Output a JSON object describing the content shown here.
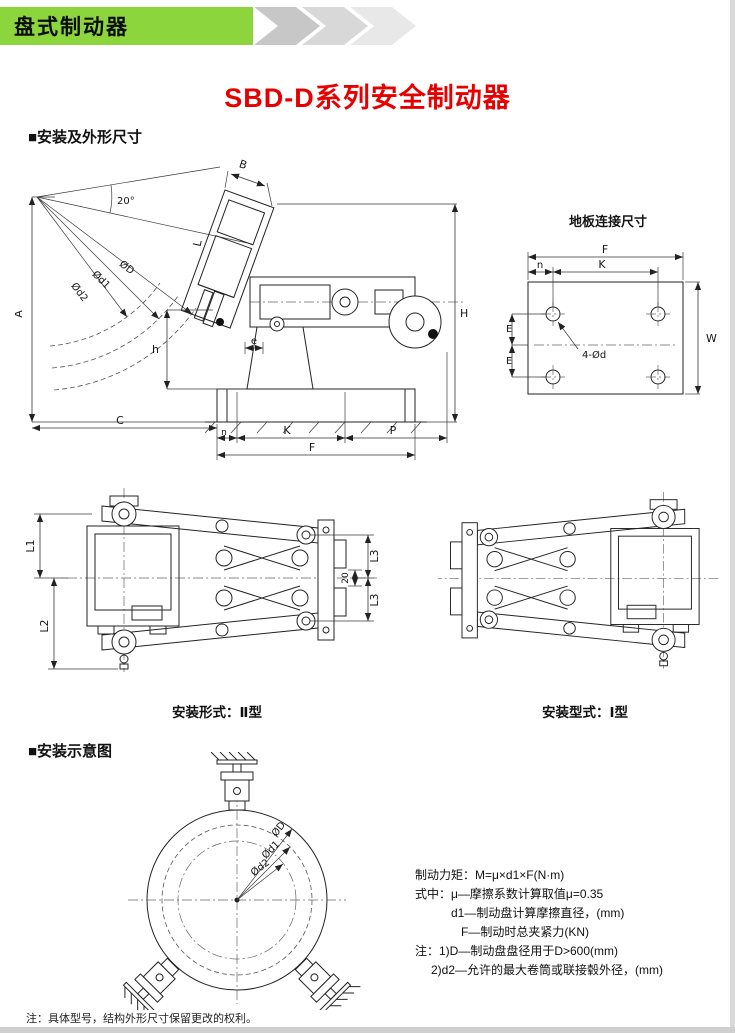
{
  "banner": {
    "title": "盘式制动器"
  },
  "page_title": "SBD-D系列安全制动器",
  "sections": {
    "dims": "■安装及外形尺寸",
    "schematic": "■安装示意图"
  },
  "main_drawing": {
    "labels": {
      "A": "A",
      "B": "B",
      "angle": "20°",
      "dD": "ØD",
      "dd1": "Ød1",
      "dd2": "Ød2",
      "L": "L",
      "h": "h",
      "e": "e",
      "n": "n",
      "C": "C",
      "K": "K",
      "F": "F",
      "P": "P",
      "H": "H"
    }
  },
  "floor_plate": {
    "title": "地板连接尺寸",
    "labels": {
      "F": "F",
      "n": "n",
      "K": "K",
      "E1": "E",
      "E2": "E",
      "W": "W",
      "holes": "4-Ød"
    }
  },
  "type2": {
    "caption": "安装形式：Ⅱ型",
    "labels": {
      "L1": "L1",
      "L2": "L2",
      "L3a": "L3",
      "s20": "20",
      "L3b": "L3"
    }
  },
  "type1": {
    "caption": "安装型式：Ⅰ型"
  },
  "schematic": {
    "labels": {
      "dD": "ØD",
      "dd1": "Ød1",
      "dd2": "Ød2"
    }
  },
  "formula": {
    "lines": [
      "制动力矩：M=μ×d1×F(N·m)",
      "式中：μ—摩擦系数计算取值μ=0.35",
      "d1—制动盘计算摩擦直径，(mm)",
      "F—制动时总夹紧力(KN)",
      "注：1)D—制动盘盘径用于D>600(mm)",
      "2)d2—允许的最大卷筒或联接毂外径，(mm)"
    ]
  },
  "footer_note": "注：具体型号，结构外形尺寸保留更改的权利。"
}
